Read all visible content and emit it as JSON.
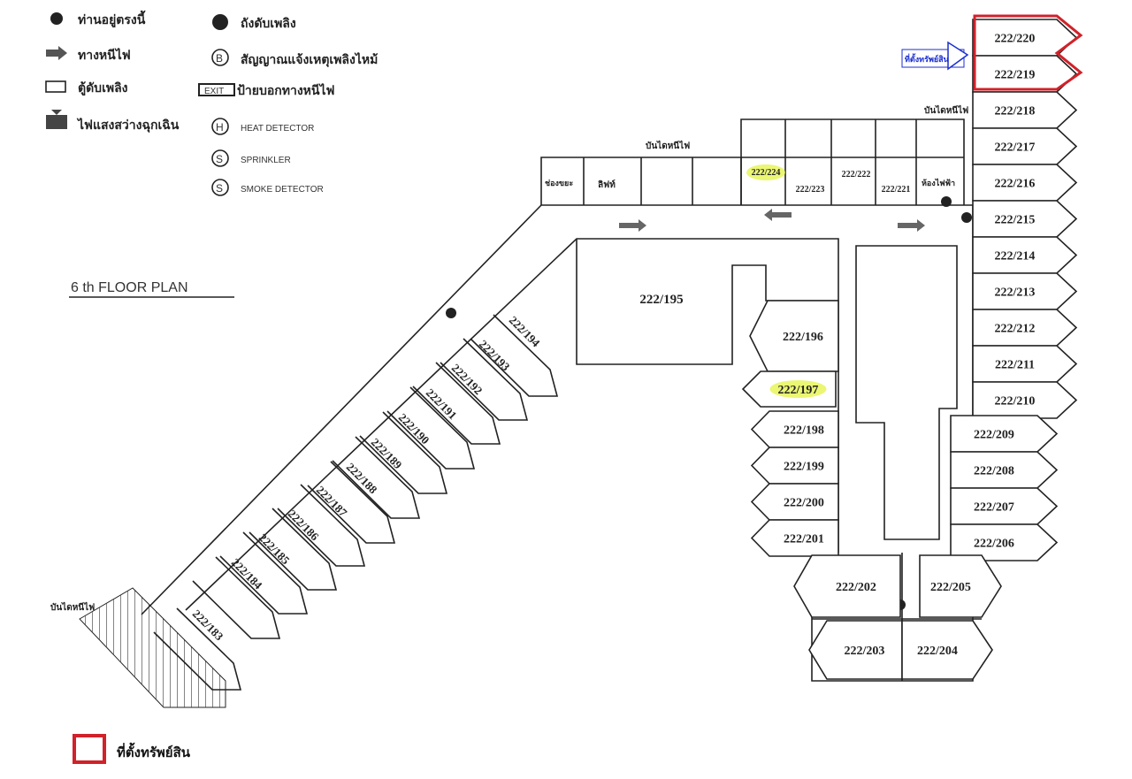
{
  "legend": {
    "you_are_here": "ท่านอยู่ตรงนี้",
    "fire_exit_route": "ทางหนีไฟ",
    "fire_hose_cabinet": "ตู้ดับเพลิง",
    "emergency_light": "ไฟแสงสว่างฉุกเฉิน",
    "fire_extinguisher": "ถังดับเพลิง",
    "fire_alarm": "สัญญาณแจ้งเหตุเพลิงไหม้",
    "exit_sign": "ป้ายบอกทางหนีไฟ",
    "exit_box": "EXIT",
    "heat_detector": "HEAT DETECTOR",
    "sprinkler": "SPRINKLER",
    "smoke_detector": "SMOKE DETECTOR",
    "b_symbol": "B",
    "h_symbol": "H",
    "s_symbol": "S"
  },
  "plan_title": "6 th  FLOOR PLAN",
  "labels": {
    "fire_stair": "บันไดหนีไฟ",
    "garbage_chute": "ช่องขยะ",
    "lift": "ลิฟท์",
    "electrical_room": "ห้องไฟฟ้า",
    "property_location": "ที่ตั้งทรัพย์สิน"
  },
  "units": {
    "right_column": [
      "222/220",
      "222/219",
      "222/218",
      "222/217",
      "222/216",
      "222/215",
      "222/214",
      "222/213",
      "222/212",
      "222/211",
      "222/210"
    ],
    "left_of_right": [
      "222/209",
      "222/208",
      "222/207",
      "222/206"
    ],
    "center_column": [
      "222/196",
      "222/197",
      "222/198",
      "222/199",
      "222/200",
      "222/201"
    ],
    "bottom": [
      "222/202",
      "222/205",
      "222/203",
      "222/204"
    ],
    "top_row": [
      "222/224",
      "222/223",
      "222/222",
      "222/221"
    ],
    "large": "222/195",
    "diagonal": [
      "222/194",
      "222/193",
      "222/192",
      "222/191",
      "222/190",
      "222/189",
      "222/188",
      "222/187",
      "222/186",
      "222/185",
      "222/184",
      "222/183"
    ]
  },
  "highlighted_units": [
    "222/224",
    "222/197"
  ],
  "property_units": [
    "222/220",
    "222/219"
  ],
  "colors": {
    "highlight": "#e8f55a",
    "property": "#d0222a",
    "callout": "#1b2fd0"
  }
}
